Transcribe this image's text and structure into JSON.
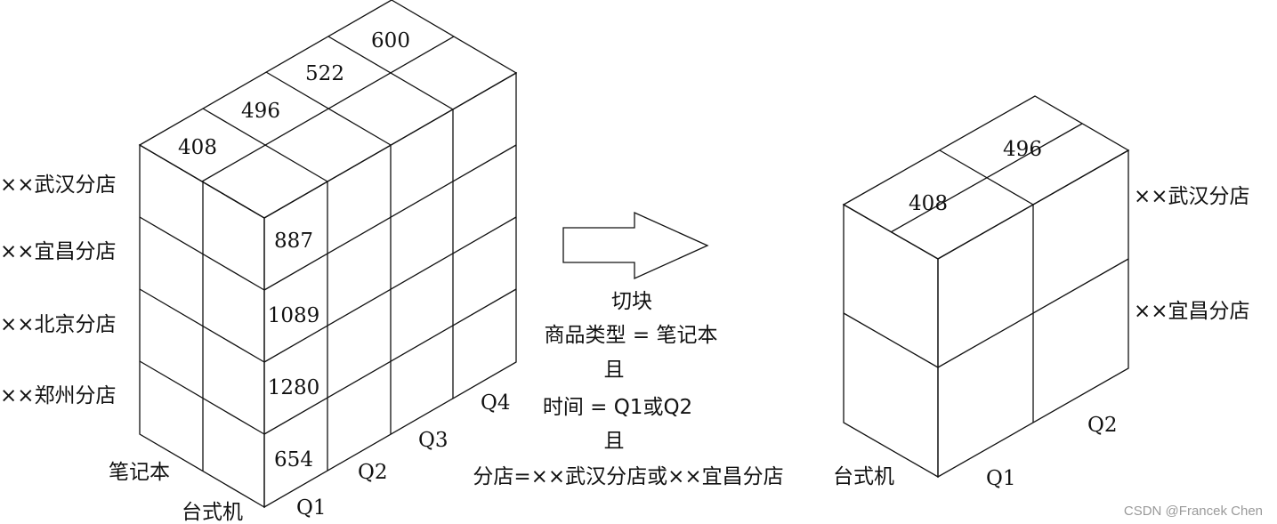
{
  "left_cube": {
    "top_values": [
      "408",
      "496",
      "522",
      "600"
    ],
    "front_values": [
      "887",
      "1089",
      "1280",
      "654"
    ],
    "branches": [
      "××武汉分店",
      "××宜昌分店",
      "××北京分店",
      "××郑州分店"
    ],
    "products": [
      "笔记本",
      "台式机"
    ],
    "quarters": [
      "Q1",
      "Q2",
      "Q3",
      "Q4"
    ]
  },
  "operation": {
    "name": "切块",
    "condition_1": "商品类型 = 笔记本",
    "and_1": "且",
    "condition_2": "时间 = Q1或Q2",
    "and_2": "且",
    "condition_3": "分店=××武汉分店或××宜昌分店"
  },
  "right_cube": {
    "top_values": [
      "408",
      "496"
    ],
    "branches": [
      "××武汉分店",
      "××宜昌分店"
    ],
    "product": "台式机",
    "quarters": [
      "Q1",
      "Q2"
    ]
  },
  "watermark": "CSDN @Francek Chen"
}
